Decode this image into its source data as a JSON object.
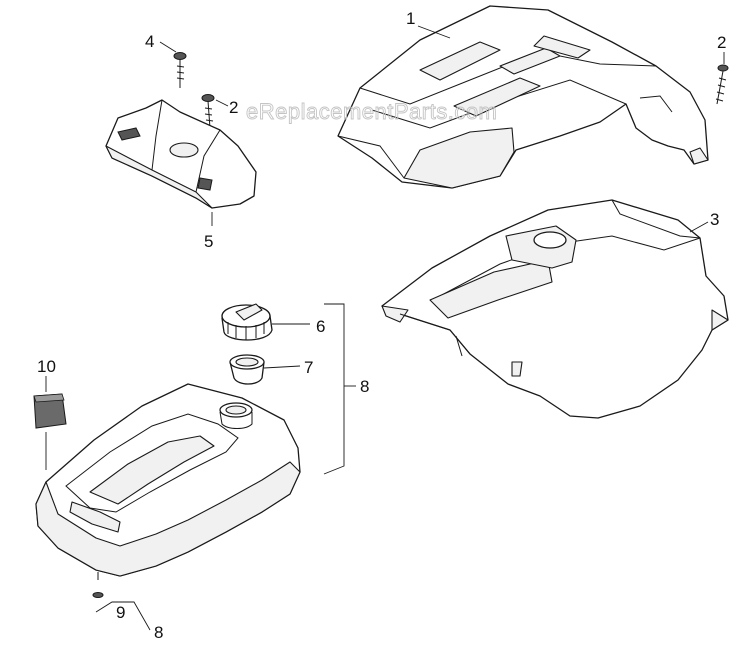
{
  "watermark": "eReplacementParts.com",
  "callouts": {
    "c1": "1",
    "c2a": "2",
    "c2b": "2",
    "c3": "3",
    "c4": "4",
    "c5": "5",
    "c6": "6",
    "c7": "7",
    "c8a": "8",
    "c8b": "8",
    "c9": "9",
    "c10": "10"
  }
}
